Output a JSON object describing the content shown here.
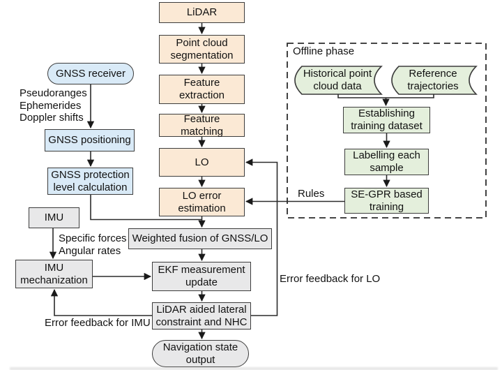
{
  "nodes": {
    "lidar": "LiDAR",
    "point_cloud_segmentation": "Point cloud segmentation",
    "feature_extraction": "Feature extraction",
    "feature_matching": "Feature matching",
    "lo": "LO",
    "lo_error_estimation": "LO error estimation",
    "weighted_fusion": "Weighted fusion of GNSS/LO",
    "ekf_update": "EKF measurement update",
    "lidar_constraint": "LiDAR aided lateral constraint and NHC",
    "nav_output": "Navigation state output",
    "gnss_receiver": "GNSS receiver",
    "gnss_positioning": "GNSS positioning",
    "gnss_protection": "GNSS protection level calculation",
    "imu": "IMU",
    "imu_mechanization": "IMU mechanization",
    "historical_data": "Historical point cloud data",
    "reference_trajectories": "Reference trajectories",
    "establishing_dataset": "Establishing training dataset",
    "labelling_sample": "Labelling each sample",
    "segpr_training": "SE-GPR based training"
  },
  "labels": {
    "offline_phase": "Offline phase",
    "gnss_signals": [
      "Pseudoranges",
      "Ephemerides",
      "Doppler shifts"
    ],
    "imu_signals": [
      "Specific forces",
      "Angular rates"
    ],
    "rules": "Rules",
    "error_feedback_lo": "Error feedback for LO",
    "error_feedback_imu": "Error feedback for IMU"
  },
  "colors": {
    "online_lidar_chain": "#fbe9d5",
    "gnss_chain": "#d9eaf7",
    "fusion_chain": "#e8e8e9",
    "offline_chain": "#e4efdc",
    "line": "#2b2b2b"
  }
}
